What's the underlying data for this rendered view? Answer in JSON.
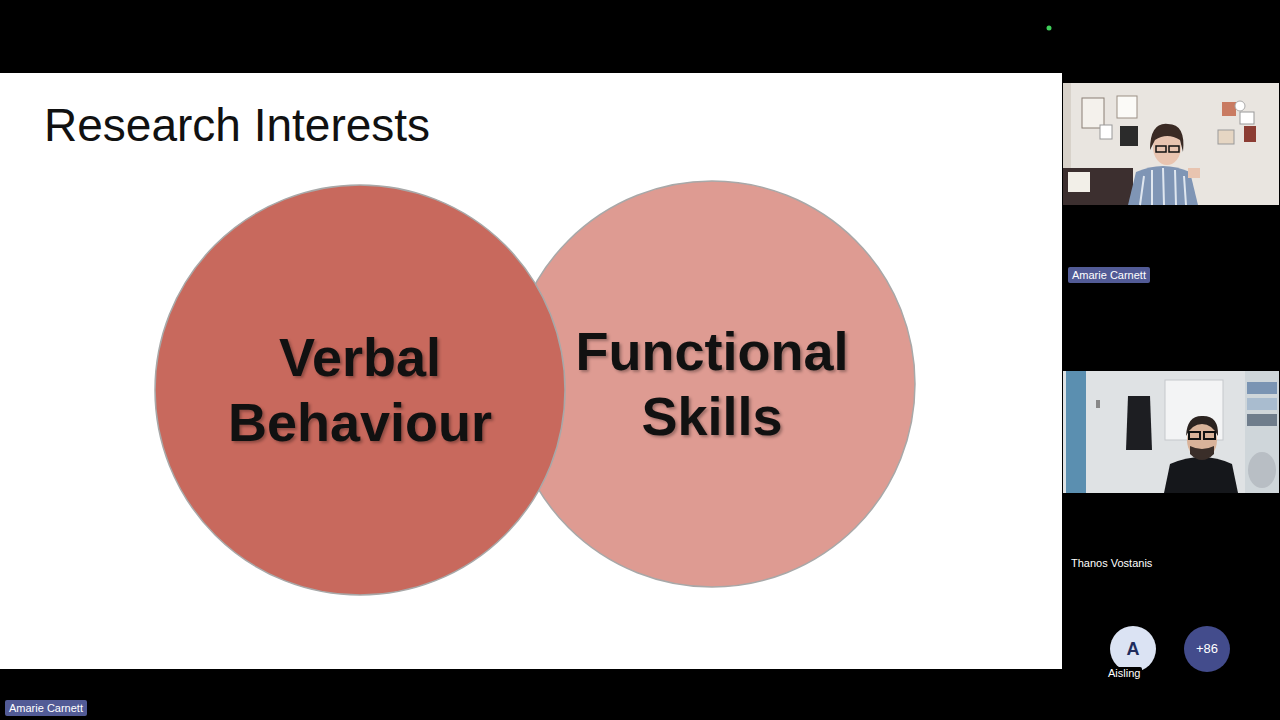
{
  "diagram": {
    "title": "Research Interests",
    "nodes": [
      {
        "text": [
          "Verbal Behaviour"
        ]
      },
      {
        "text": [
          "Functional Skills"
        ]
      }
    ],
    "labels": [
      "Amarie Carnett",
      "Thanos Vostanis",
      "A",
      "+86",
      "Aisling",
      "Amarie Carnett"
    ]
  }
}
